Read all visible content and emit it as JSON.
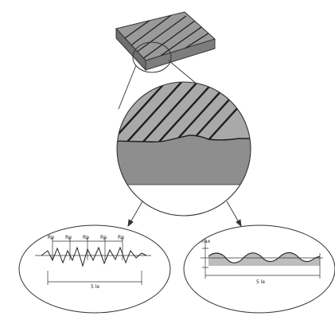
{
  "figure": {
    "left_profile_labels": {
      "peak_marks": [
        "Rp",
        "Rp",
        "Rp",
        "Rp",
        "Rp"
      ],
      "length": "5 le"
    },
    "right_profile_labels": {
      "y_axis": "Rmax",
      "length": "5 le"
    }
  }
}
